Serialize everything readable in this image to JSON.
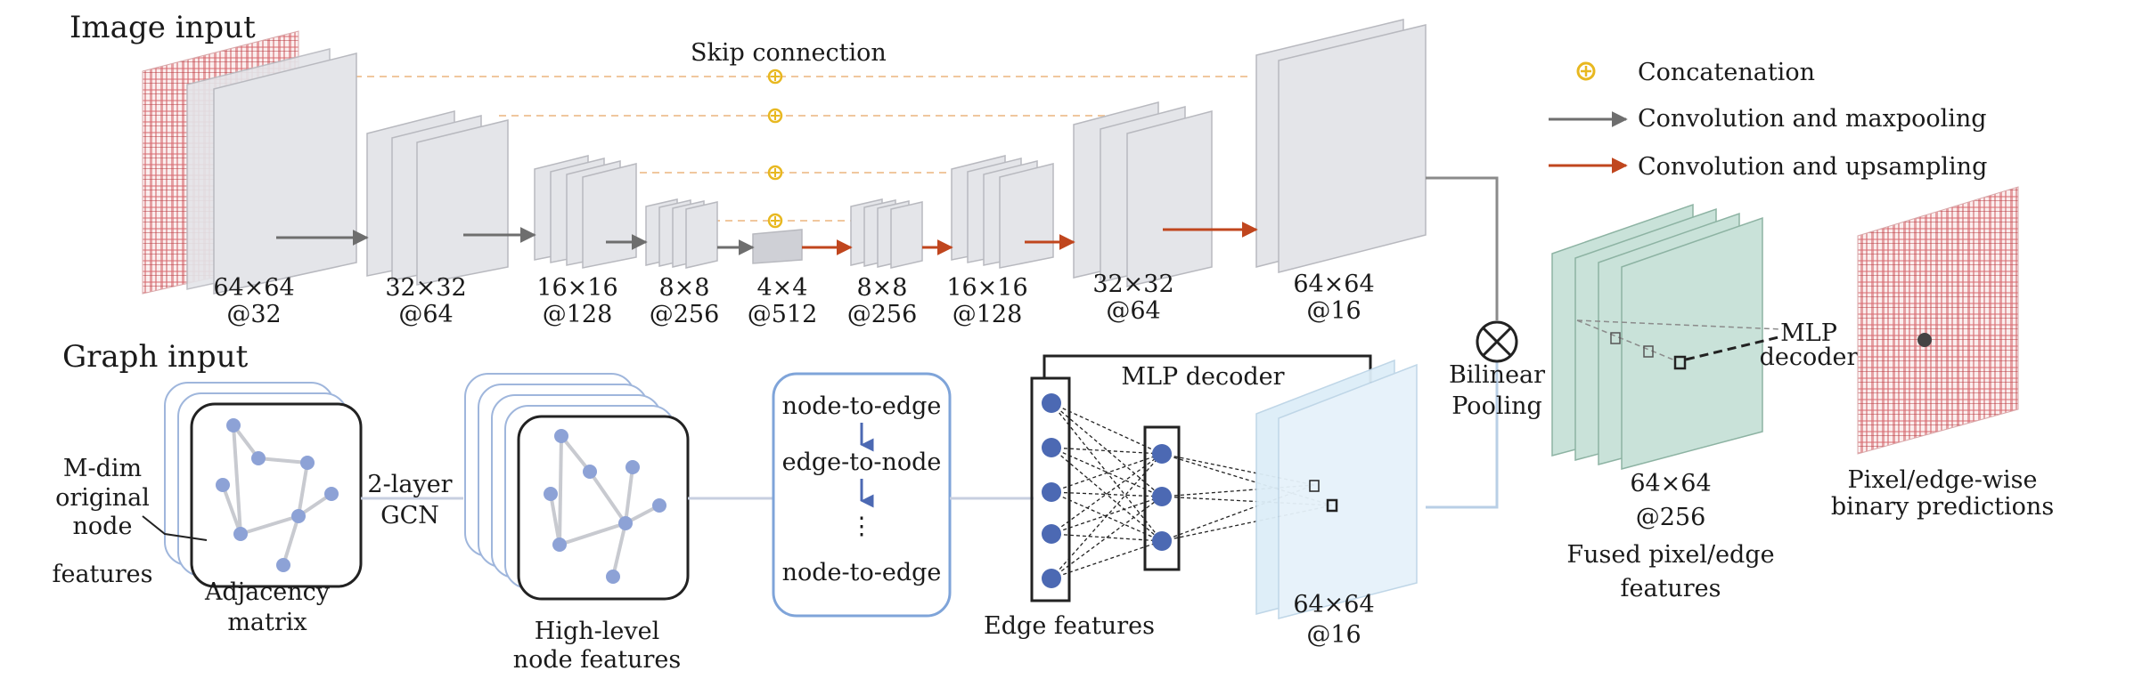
{
  "sections": {
    "image_input": "Image input",
    "graph_input": "Graph input"
  },
  "skip_connection": "Skip connection",
  "legend": {
    "concat": "Concatenation",
    "conv_maxpool": "Convolution and maxpooling",
    "conv_upsample": "Convolution and upsampling"
  },
  "unet_blocks": [
    {
      "size": "64×64",
      "channels": "@32"
    },
    {
      "size": "32×32",
      "channels": "@64"
    },
    {
      "size": "16×16",
      "channels": "@128"
    },
    {
      "size": "8×8",
      "channels": "@256"
    },
    {
      "size": "4×4",
      "channels": "@512"
    },
    {
      "size": "8×8",
      "channels": "@256"
    },
    {
      "size": "16×16",
      "channels": "@128"
    },
    {
      "size": "32×32",
      "channels": "@64"
    },
    {
      "size": "64×64",
      "channels": "@16"
    }
  ],
  "graph": {
    "node_features_label": [
      "M-dim",
      "original",
      "node",
      "features"
    ],
    "adjacency_label": [
      "Adjacency",
      "matrix"
    ],
    "gcn_label": [
      "2-layer",
      "GCN"
    ],
    "highlevel_label": [
      "High-level",
      "node features"
    ],
    "mp_steps": [
      "node-to-edge",
      "edge-to-node",
      "node-to-edge"
    ],
    "mp_dots": "⋮",
    "edge_features": "Edge features",
    "mlp_decoder": "MLP decoder",
    "edge_map_size": "64×64",
    "edge_map_channels": "@16"
  },
  "fusion": {
    "bilinear": [
      "Bilinear",
      "Pooling"
    ],
    "fused_size": "64×64",
    "fused_channels": "@256",
    "fused_label": [
      "Fused pixel/edge",
      "features"
    ],
    "mlp_decoder": [
      "MLP",
      "decoder"
    ],
    "output_label": [
      "Pixel/edge-wise",
      "binary predictions"
    ]
  },
  "colors": {
    "concat": "#e8b820",
    "maxpool": "#6e6e6e",
    "upsample": "#c0461e",
    "node": "#4c69b3",
    "fused": "#c9e2d9",
    "edge_map": "#ddeef8",
    "heat": "#c8454b"
  }
}
